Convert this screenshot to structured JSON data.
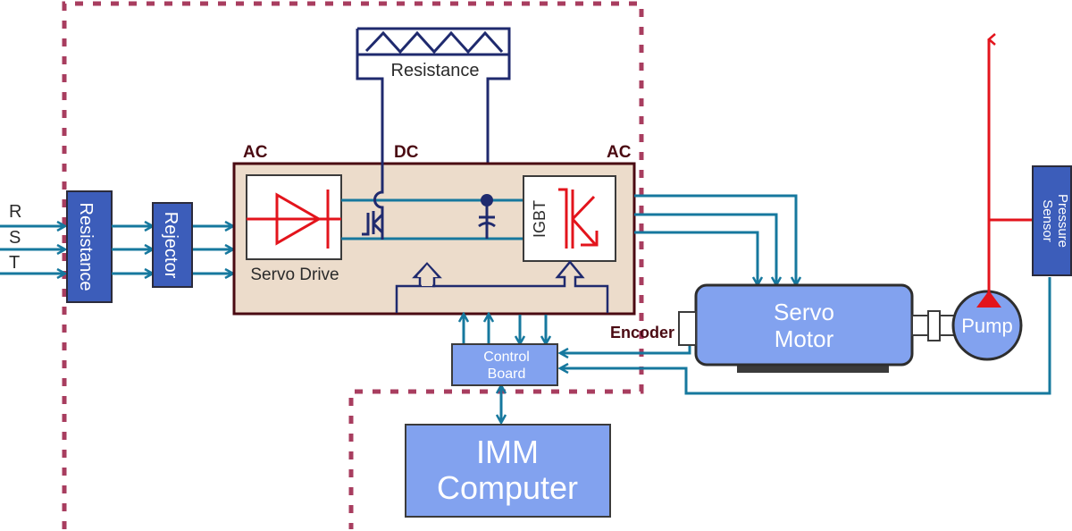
{
  "colors": {
    "boundary_dash": "#a83d5f",
    "signal_line": "#16789e",
    "dc_line": "#1f2a6e",
    "red": "#e3141c",
    "dark_blue_box": "#3c5dba",
    "light_blue_box": "#82a2ef",
    "drive_fill": "#ecdccb",
    "drive_border": "#4a0a12"
  },
  "inputs": {
    "phases": [
      "R",
      "S",
      "T"
    ]
  },
  "blocks": {
    "input_resistance": "Resistance",
    "rejector": "Rejector",
    "brake_resistance": "Resistance",
    "servo_drive": "Servo Drive",
    "igbt": "IGBT",
    "control_board_line1": "Control",
    "control_board_line2": "Board",
    "imm_line1": "IMM",
    "imm_line2": "Computer",
    "servo_motor_line1": "Servo",
    "servo_motor_line2": "Motor",
    "pump": "Pump",
    "pressure_sensor_line1": "Pressure",
    "pressure_sensor_line2": "Sensor",
    "encoder": "Encoder"
  },
  "stage_labels": {
    "ac_in": "AC",
    "dc": "DC",
    "ac_out": "AC"
  }
}
